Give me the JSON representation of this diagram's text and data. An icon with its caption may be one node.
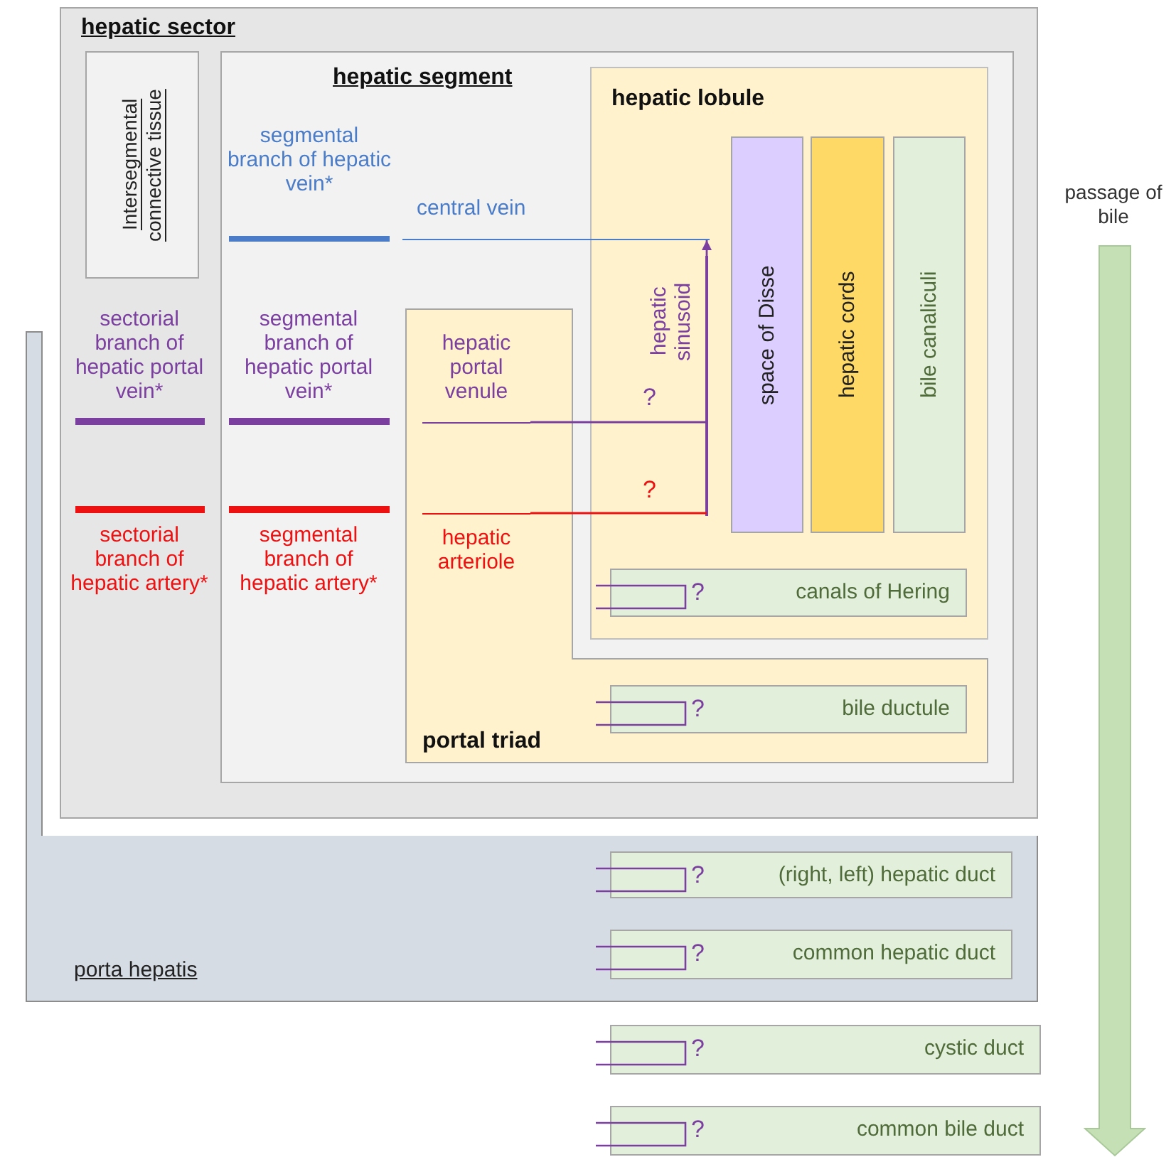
{
  "diagram": {
    "nodes": [
      {
        "text": [
          "hepatic sector"
        ]
      },
      {
        "text": [
          "Intersegmental connective tissue"
        ],
        "in": 0
      },
      {
        "text": [
          "hepatic segment"
        ],
        "in": 0
      },
      {
        "text": [
          "hepatic lobule"
        ],
        "in": 2
      },
      {
        "text": [
          "central vein"
        ],
        "in": 2
      },
      {
        "text": [
          "hepatic sinusoid"
        ],
        "in": 3
      },
      {
        "text": [
          "space of Disse"
        ],
        "in": 3
      },
      {
        "text": [
          "hepatic cords"
        ],
        "in": 3
      },
      {
        "text": [
          "bile canaliculi"
        ],
        "in": 3
      },
      {
        "text": [
          "portal triad"
        ]
      },
      {
        "text": [
          "hepatic portal venule"
        ],
        "in": 9
      },
      {
        "text": [
          "hepatic arteriole"
        ],
        "in": 9
      },
      {
        "text": [
          "?",
          "canals of Hering"
        ]
      },
      {
        "text": [
          "?",
          "bile ductule"
        ],
        "in": 9
      },
      {
        "text": [
          "porta hepatis"
        ]
      },
      {
        "text": [
          "?",
          "(right, left) hepatic duct"
        ],
        "in": 14
      },
      {
        "text": [
          "?",
          "common hepatic duct"
        ],
        "in": 14
      },
      {
        "text": [
          "?",
          "cystic duct"
        ]
      },
      {
        "text": [
          "?",
          "common bile duct"
        ]
      }
    ],
    "edges": [
      {
        "from": 10,
        "to": 5,
        "arrow": "none",
        "label": "?",
        "color": "#7b3fa0"
      },
      {
        "from": 11,
        "to": 5,
        "arrow": "none",
        "label": "?",
        "color": "#ee1111"
      },
      {
        "from": 5,
        "to": 4,
        "arrow": "to",
        "color": "#7b3fa0"
      }
    ],
    "labels": [
      "segmental branch of hepatic vein*",
      "passage of bile",
      "sectorial branch of hepatic portal vein*",
      "segmental branch of hepatic portal vein*",
      "sectorial branch of hepatic artery*",
      "segmental branch of hepatic artery*"
    ]
  }
}
